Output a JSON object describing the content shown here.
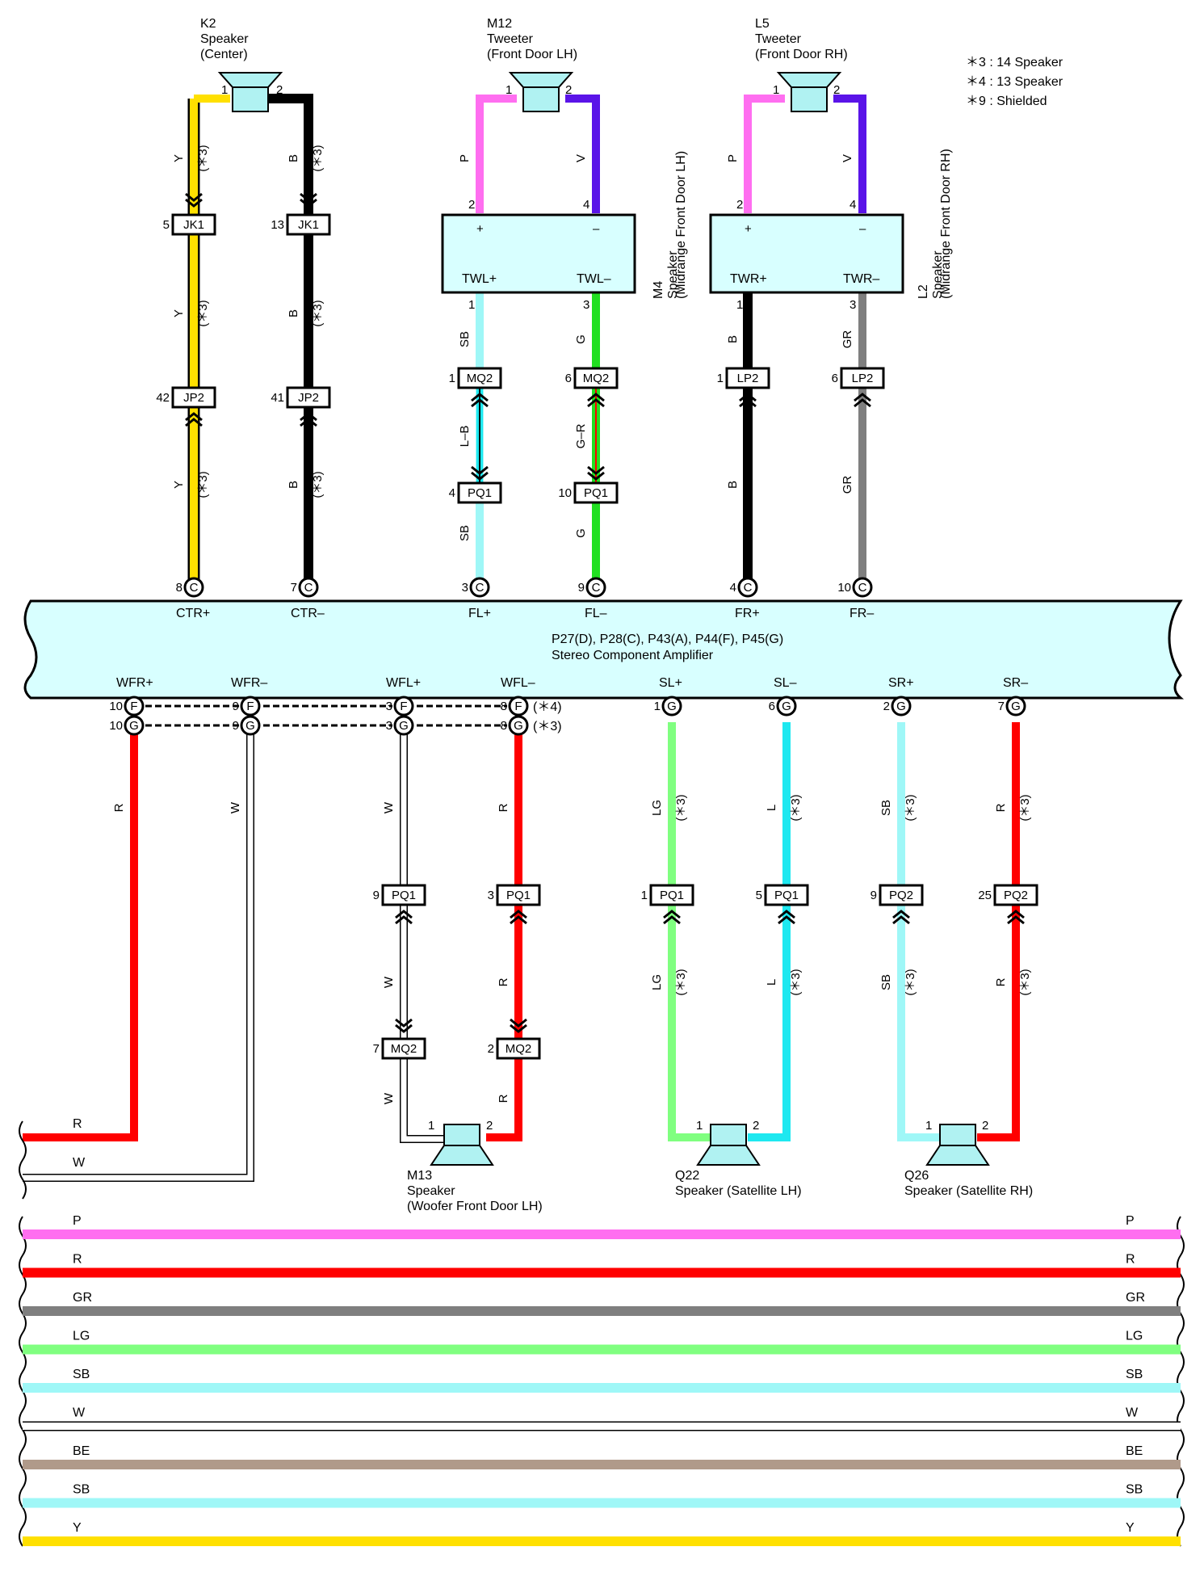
{
  "notes": [
    "＊3 : 14 Speaker",
    "＊4 : 13 Speaker",
    "＊9 : Shielded"
  ],
  "components": {
    "K2": {
      "code": "K2",
      "name": "Speaker",
      "desc": "(Center)"
    },
    "M12": {
      "code": "M12",
      "name": "Tweeter",
      "desc": "(Front Door LH)"
    },
    "L5": {
      "code": "L5",
      "name": "Tweeter",
      "desc": "(Front Door RH)"
    },
    "M4": {
      "code": "M4",
      "name": "Speaker",
      "desc": "(Midrange Front Door LH)",
      "plus": "TWL+",
      "minus": "TWL–"
    },
    "L2": {
      "code": "L2",
      "name": "Speaker",
      "desc": "(Midrange Front Door RH)",
      "plus": "TWR+",
      "minus": "TWR–"
    },
    "amp": {
      "code": "P27(D), P28(C), P43(A), P44(F), P45(G)",
      "name": "Stereo Component Amplifier"
    },
    "M13": {
      "code": "M13",
      "name": "Speaker",
      "desc": "(Woofer Front Door LH)"
    },
    "Q22": {
      "code": "Q22",
      "name": "Speaker (Satellite LH)"
    },
    "Q26": {
      "code": "Q26",
      "name": "Speaker (Satellite RH)"
    }
  },
  "amp_top_terminals": [
    "CTR+",
    "CTR–",
    "FL+",
    "FL–",
    "FR+",
    "FR–"
  ],
  "amp_bottom_terminals": [
    "WFR+",
    "WFR–",
    "WFL+",
    "WFL–",
    "SL+",
    "SL–",
    "SR+",
    "SR–"
  ],
  "shield_labels": [
    "(＊4)",
    "(＊3)"
  ],
  "legend_wires": [
    {
      "code": "P",
      "color": "#ff6ef0"
    },
    {
      "code": "R",
      "color": "#ff0000"
    },
    {
      "code": "GR",
      "color": "#7f7f7f"
    },
    {
      "code": "LG",
      "color": "#80ff80"
    },
    {
      "code": "SB",
      "color": "#9ff7f7"
    },
    {
      "code": "W",
      "color": "#ffffff"
    },
    {
      "code": "BE",
      "color": "#b09a8a"
    },
    {
      "code": "SB",
      "color": "#9ff7f7"
    },
    {
      "code": "Y",
      "color": "#ffe000"
    }
  ],
  "colors": {
    "Y": "#ffe000",
    "B": "#000000",
    "P": "#ff6ef0",
    "V": "#5a14e8",
    "SB": "#9ff7f7",
    "G": "#21e021",
    "GR": "#7f7f7f",
    "R": "#ff0000",
    "W": "#ffffff",
    "LG": "#80ff80",
    "L": "#1ee8f0",
    "LB_stripe": "#00a0c0",
    "amp_fill": "#d8ffff",
    "speaker_fill": "#b0f2f2"
  }
}
